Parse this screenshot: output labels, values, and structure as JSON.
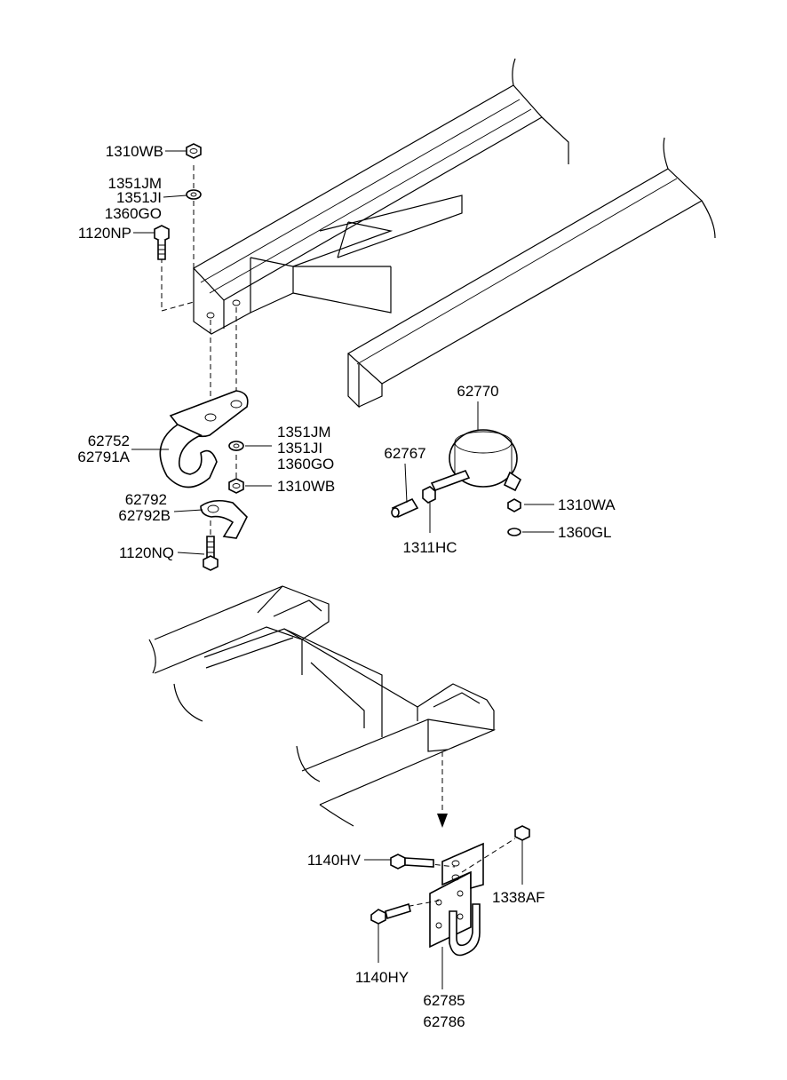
{
  "diagram": {
    "callouts": {
      "c1310WB_top": "1310WB",
      "c1351JM_top": "1351JM",
      "c1351JI_top": "1351JI",
      "c1360GO_top": "1360GO",
      "c1120NP": "1120NP",
      "c62752": "62752",
      "c62791A": "62791A",
      "c1351JM_mid": "1351JM",
      "c1351JI_mid": "1351JI",
      "c1360GO_mid": "1360GO",
      "c1310WB_mid": "1310WB",
      "c62792": "62792",
      "c62792B": "62792B",
      "c1120NQ": "1120NQ",
      "c62770": "62770",
      "c62767": "62767",
      "c1310WA": "1310WA",
      "c1311HC": "1311HC",
      "c1360GL": "1360GL",
      "c1140HV": "1140HV",
      "c1338AF": "1338AF",
      "c1140HY": "1140HY",
      "c62785": "62785",
      "c62786": "62786"
    }
  }
}
